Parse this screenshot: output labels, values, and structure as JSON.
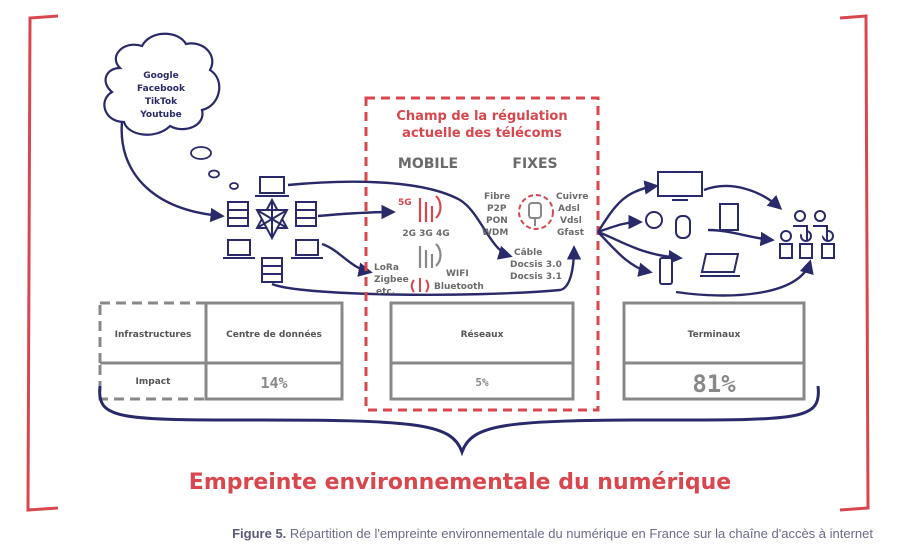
{
  "cloud": {
    "lines": [
      "Google",
      "Facebook",
      "TikTok",
      "Youtube"
    ]
  },
  "regulation": {
    "title_line1": "Champ de la régulation",
    "title_line2": "actuelle des télécoms",
    "mobile_label": "MOBILE",
    "fixes_label": "FIXES",
    "mobile_5g": "5G",
    "mobile_gens": "2G 3G 4G",
    "lora": [
      "LoRa",
      "Zigbee",
      "etc."
    ],
    "wifi": "WIFI",
    "bluetooth": "Bluetooth",
    "fibre": [
      "Fibre",
      "P2P",
      "PON",
      "WDM"
    ],
    "cuivre": [
      "Cuivre",
      "Adsl",
      "Vdsl",
      "Gfast"
    ],
    "cable": [
      "Câble",
      "Docsis 3.0",
      "Docsis 3.1"
    ]
  },
  "table": {
    "row_infra_label": "Infrastructures",
    "row_impact_label": "Impact",
    "datacenter": {
      "label": "Centre de données",
      "impact": "14%"
    },
    "networks": {
      "label": "Réseaux",
      "impact": "5%"
    },
    "terminals": {
      "label": "Terminaux",
      "impact": "81%"
    }
  },
  "footer_title": "Empreinte environnementale du numérique",
  "caption": {
    "label": "Figure 5.",
    "text": " Répartition de l'empreinte environnementale du numérique en France sur la chaîne d'accès à internet"
  },
  "colors": {
    "navy": "#2a2a6a",
    "red": "#d9474e",
    "grey": "#888888"
  }
}
